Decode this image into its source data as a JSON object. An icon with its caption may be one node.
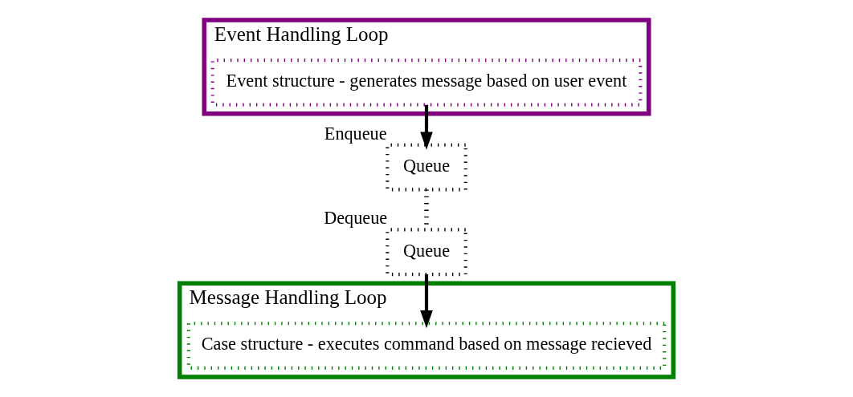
{
  "diagram": {
    "nodes": [
      {
        "text": [
          "Event Handling Loop"
        ]
      },
      {
        "text": [
          "Event structure - generates message based on user event"
        ],
        "in": 0
      },
      {
        "text": [
          "Queue"
        ],
        "beside": [
          "Enqueue"
        ]
      },
      {
        "text": [
          "Message Handling Loop"
        ]
      },
      {
        "text": [
          "Case structure - executes command based on message recieved"
        ],
        "in": 3
      },
      {
        "text": [
          "Queue"
        ],
        "beside": [
          "Dequeue"
        ]
      }
    ],
    "edges": [
      {
        "from": 1,
        "to": 2,
        "arrow": "to"
      },
      {
        "from": 2,
        "to": 5,
        "arrow": "none",
        "style": "dashed"
      },
      {
        "from": 5,
        "to": 4,
        "arrow": "to"
      }
    ]
  }
}
